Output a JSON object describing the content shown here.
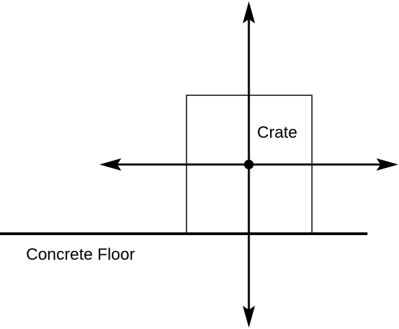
{
  "diagram": {
    "labels": {
      "crate": "Crate",
      "floor": "Concrete Floor"
    },
    "colors": {
      "stroke": "#000000",
      "background": "#ffffff"
    },
    "elements": {
      "arrows": [
        "arrow-up",
        "arrow-down",
        "arrow-left",
        "arrow-right"
      ],
      "center_point": "center-dot"
    }
  }
}
